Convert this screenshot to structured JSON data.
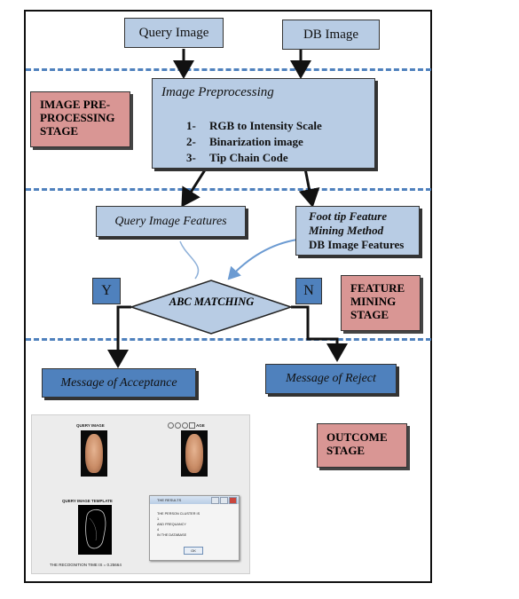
{
  "inputs": {
    "query_image": "Query Image",
    "db_image": "DB Image"
  },
  "preprocessing": {
    "title": "Image Preprocessing",
    "steps": [
      {
        "num": "1-",
        "label": "RGB to Intensity Scale"
      },
      {
        "num": "2-",
        "label": "Binarization image"
      },
      {
        "num": "3-",
        "label": "Tip Chain Code"
      }
    ]
  },
  "stages": {
    "preprocessing": "IMAGE PRE-PROCESSING STAGE",
    "feature_mining": "FEATURE MINING STAGE",
    "outcome": "OUTCOME STAGE"
  },
  "features": {
    "query": "Query Image Features",
    "db_method_line1": "Foot tip Feature",
    "db_method_line2": "Mining Method",
    "db_features": "DB Image Features"
  },
  "decision": {
    "label": "ABC MATCHING",
    "yes": "Y",
    "no": "N"
  },
  "outcomes": {
    "accept": "Message of Acceptance",
    "reject": "Message of Reject"
  },
  "screenshot": {
    "query_image_label": "QUERY IMAGE",
    "db_image_label_partial": "AGE",
    "template_label": "QUERY IMAGE TEMPLATE",
    "dialog_title": "THE RESULTS",
    "dialog_line1": "THE PERSON CLUSTER IS",
    "dialog_line2": "1",
    "dialog_line3": "AND FREQUANCY",
    "dialog_line4": "4",
    "dialog_line5": "IN THE DATABASE",
    "dialog_ok": "OK",
    "recognition_time": "THE RECOGNITION TIME IS = 0.25664"
  },
  "colors": {
    "box_fill": "#b8cce4",
    "stage_fill": "#d99694",
    "dash_line": "#4f81bd",
    "outcome_box": "#4f81bd"
  }
}
